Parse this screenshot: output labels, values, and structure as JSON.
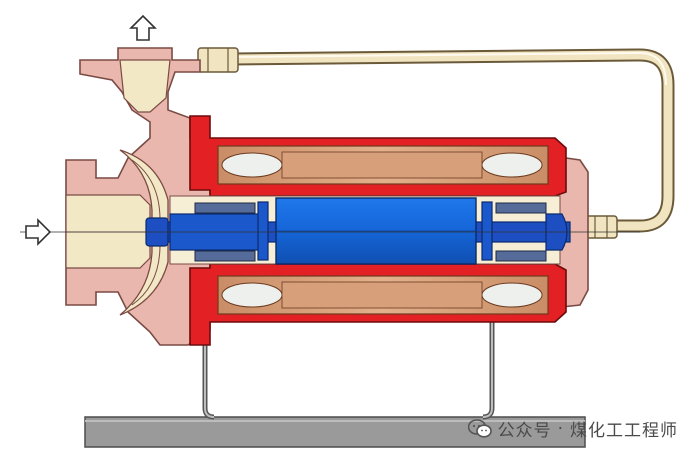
{
  "diagram": {
    "kind": "canned-motor-pump-section",
    "colors": {
      "casing": "#e9b7ad",
      "casing_stroke": "#7a4b45",
      "cream": "#f3e8c6",
      "shell_red": "#e32024",
      "rotor_blue": "#1565d8",
      "shaft_blue": "#1d4fc2",
      "stator_tan": "#d9a17b",
      "winding_light": "#eef0ee",
      "bearing_slate": "#556b9a",
      "base_gray": "#9c9c9c",
      "pipe_cream": "#f1e4c0"
    },
    "flow_arrows": [
      {
        "direction": "up",
        "meaning": "outlet"
      },
      {
        "direction": "right",
        "meaning": "inlet"
      }
    ]
  },
  "watermark": {
    "channel": "公众号",
    "separator": "·",
    "name": "煤化工工程师",
    "logo_icon": "wechat-icon"
  }
}
